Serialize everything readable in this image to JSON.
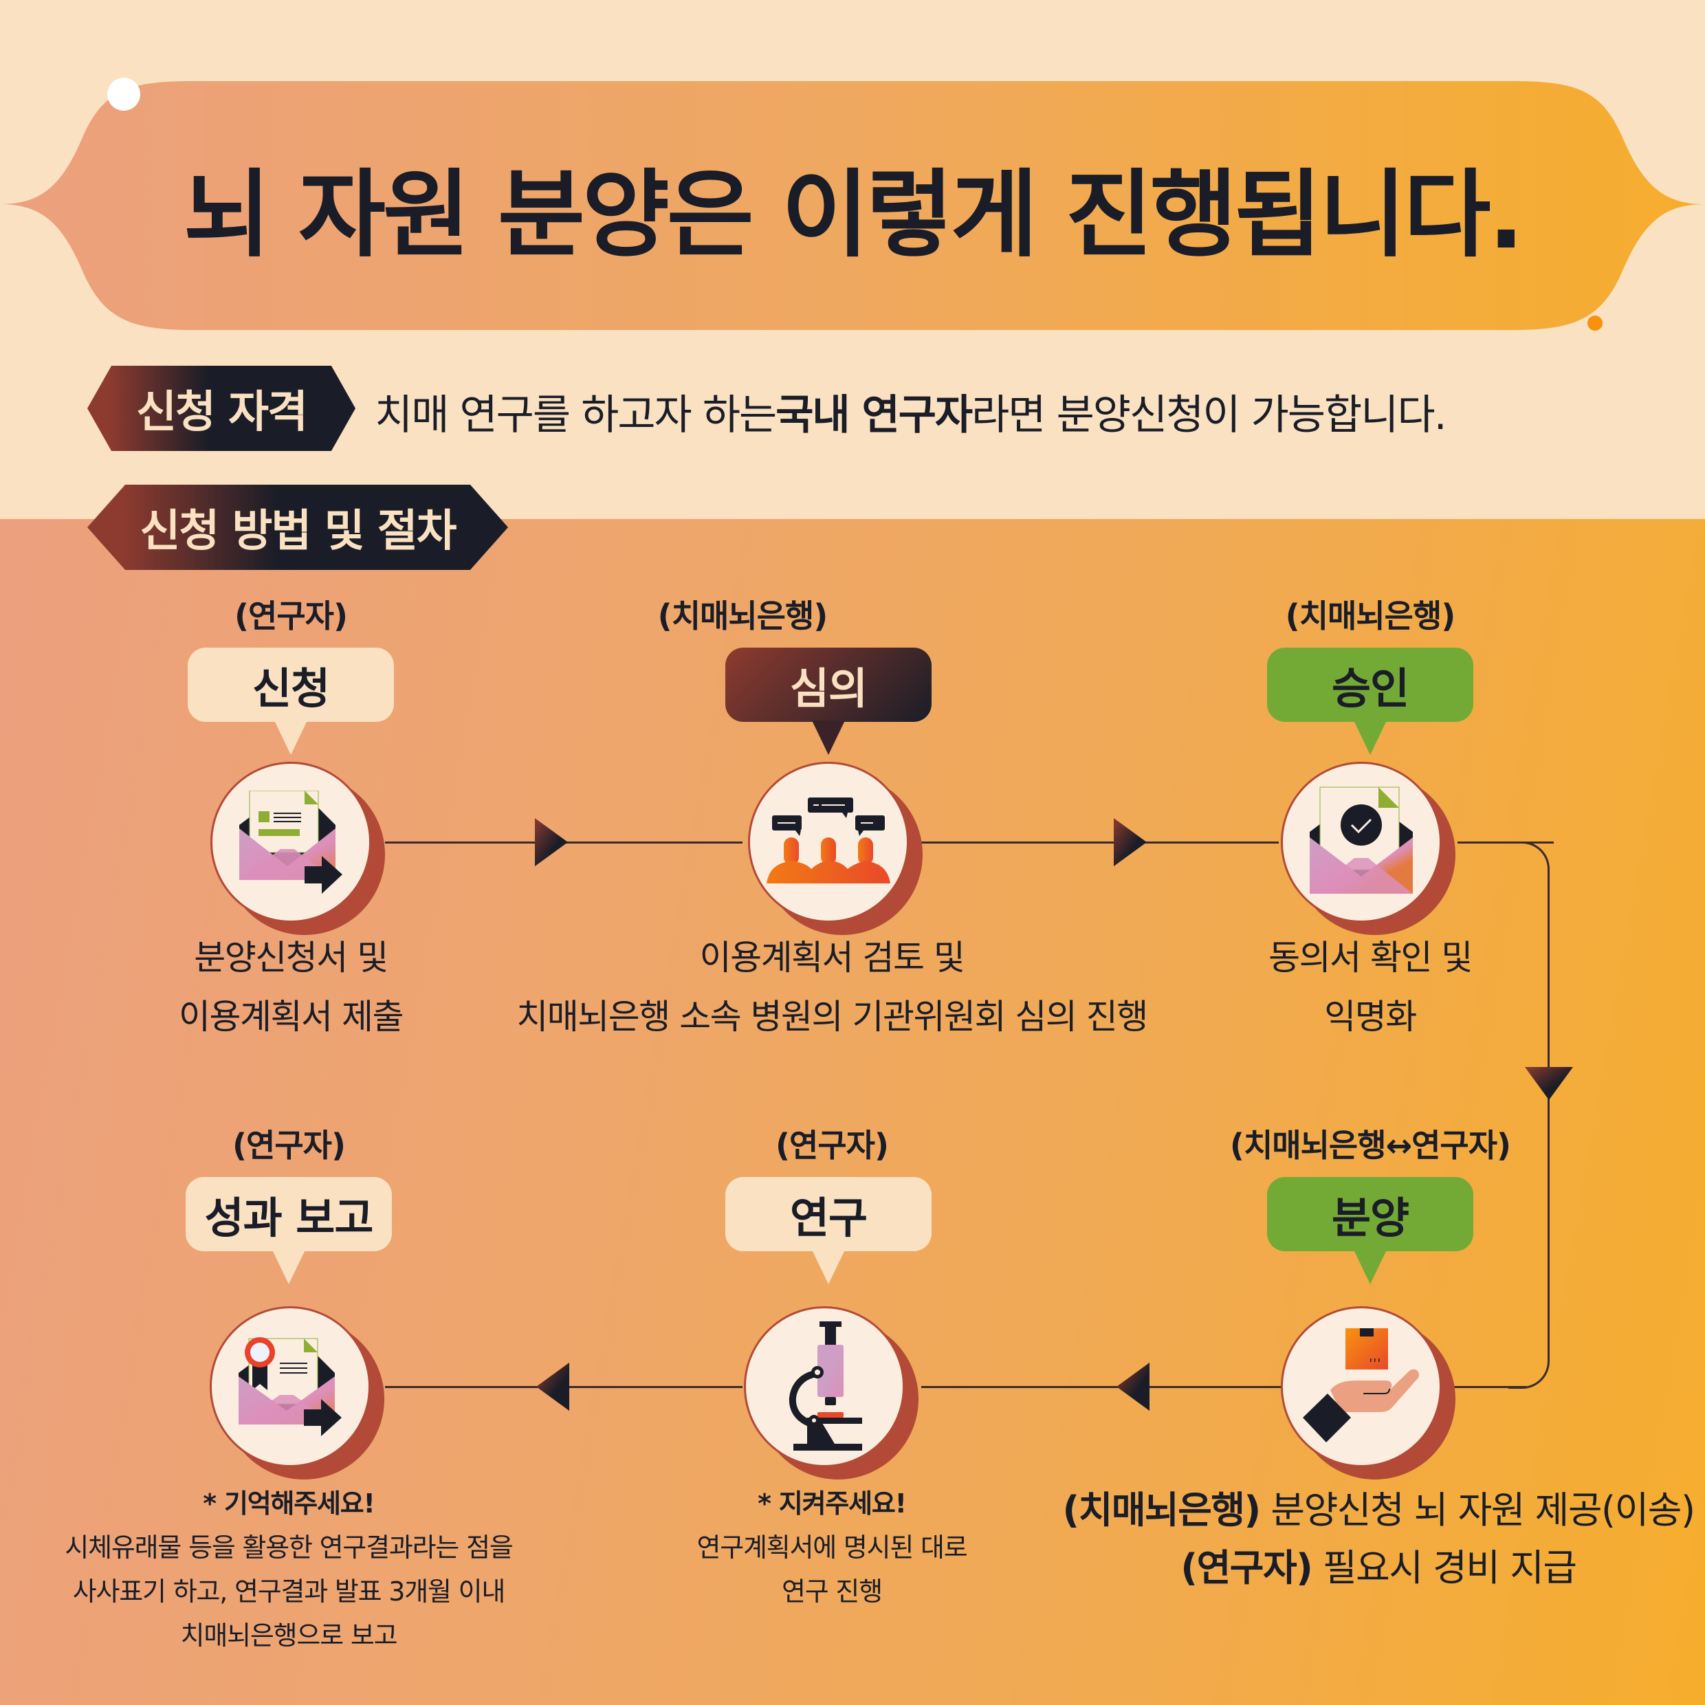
{
  "title": "뇌 자원 분양은 이렇게 진행됩니다.",
  "colors": {
    "cream": "#f9e1c1",
    "dark": "#1a1d27",
    "brick": "#b24a37",
    "green": "#73aa36",
    "orange_start": "#eca07e",
    "orange_end": "#f6ad2d"
  },
  "eligibility": {
    "tag": "신청 자격",
    "text_before": "치매 연구를 하고자 하는 ",
    "text_bold": "국내 연구자",
    "text_after": "라면 분양신청이 가능합니다."
  },
  "method": {
    "tag": "신청 방법 및 절차"
  },
  "steps": [
    {
      "actor": "(연구자)",
      "label": "신청",
      "style": "cream",
      "icon": "envelope-document-send-icon",
      "desc_lines": [
        "분양신청서 및",
        "이용계획서 제출"
      ]
    },
    {
      "actor": "(치매뇌은행)",
      "label": "심의",
      "style": "dark",
      "icon": "people-discussion-icon",
      "desc_lines": [
        "이용계획서 검토 및",
        "치매뇌은행 소속 병원의 기관위원회 심의 진행"
      ]
    },
    {
      "actor": "(치매뇌은행)",
      "label": "승인",
      "style": "green",
      "icon": "envelope-checkmark-icon",
      "desc_lines": [
        "동의서 확인 및",
        "익명화"
      ]
    },
    {
      "actor": "(치매뇌은행↔연구자)",
      "label": "분양",
      "style": "green",
      "icon": "hand-box-icon",
      "desc_lines": [
        {
          "bold": "(치매뇌은행)",
          "text": " 분양신청 뇌 자원 제공(이송)"
        },
        {
          "bold": "(연구자)",
          "text": " 필요시 경비 지급"
        }
      ]
    },
    {
      "actor": "(연구자)",
      "label": "연구",
      "style": "cream",
      "icon": "microscope-icon",
      "note_title": "* 지켜주세요!",
      "note_lines": [
        "연구계획서에 명시된 대로",
        "연구 진행"
      ]
    },
    {
      "actor": "(연구자)",
      "label": "성과 보고",
      "style": "cream",
      "icon": "envelope-certificate-send-icon",
      "note_title": "* 기억해주세요!",
      "note_lines": [
        "시체유래물 등을 활용한 연구결과라는 점을",
        "사사표기 하고, 연구결과 발표 3개월 이내",
        "치매뇌은행으로 보고"
      ]
    }
  ]
}
